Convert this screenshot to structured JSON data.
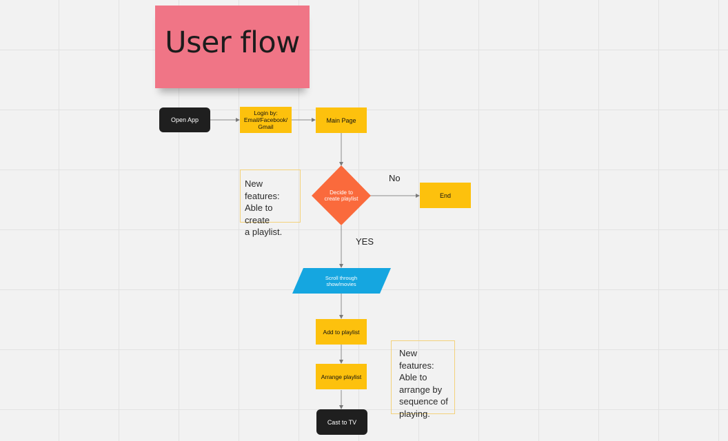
{
  "title": "User flow",
  "nodes": {
    "open_app": "Open App",
    "login": "Login by: Email/Facebook/ Gmail",
    "main_page": "Main Page",
    "decide": "Decide to create playlist",
    "end": "End",
    "scroll": "Scroll through show/movies",
    "add_playlist": "Add to playlist",
    "arrange_playlist": "Arrange playlist",
    "cast_tv": "Cast to TV"
  },
  "edge_labels": {
    "no": "No",
    "yes": "YES"
  },
  "notes": {
    "note1": [
      "New features:",
      "Able to create",
      "a playlist."
    ],
    "note2": [
      "New features:",
      "Able to",
      "arrange by",
      "sequence of",
      "playing."
    ]
  },
  "colors": {
    "sticky": "#f07586",
    "process": "#fdc10d",
    "terminal": "#1f1f1f",
    "decision": "#fa6a3c",
    "io": "#15a6e0"
  }
}
